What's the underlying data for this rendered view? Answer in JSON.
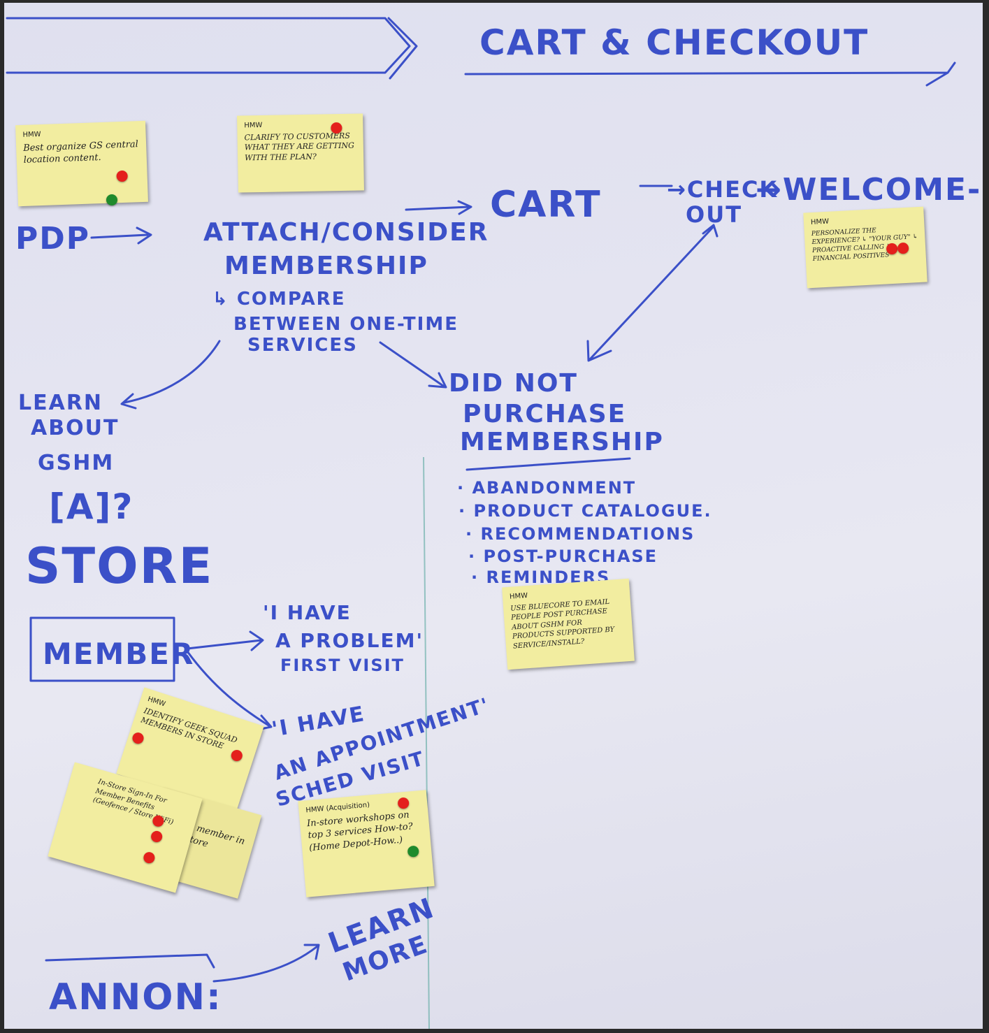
{
  "board": {
    "header_title": "CART & CHECKOUT",
    "flow": {
      "pdp": "PDP",
      "attach_line1": "ATTACH/CONSIDER",
      "attach_line2": "MEMBERSHIP",
      "compare_line1": "↳ COMPARE",
      "compare_line2": "BETWEEN ONE-TIME",
      "compare_line3": "SERVICES",
      "cart": "CART",
      "checkout_line1": "→CHECK",
      "checkout_line2": "OUT",
      "welcome": "→WELCOME-",
      "learn_line1": "LEARN",
      "learn_line2": "ABOUT",
      "learn_line3": "GSHM",
      "learn_line4": "[A]?",
      "did_not_line1": "DID NOT",
      "did_not_line2": "PURCHASE",
      "did_not_line3": "MEMBERSHIP",
      "bullets": [
        "· ABANDONMENT",
        "· PRODUCT CATALOGUE.",
        "· RECOMMENDATIONS",
        "· POST-PURCHASE",
        "· REMINDERS"
      ]
    },
    "store": {
      "title": "STORE",
      "member_box": "MEMBER",
      "problem_line1": "'I HAVE",
      "problem_line2": "A PROBLEM'",
      "problem_line3": "FIRST VISIT",
      "appt_line1": "'I HAVE",
      "appt_line2": "AN APPOINTMENT'",
      "appt_line3": "SCHED VISIT",
      "anon": "ANNON:",
      "learn_more_line1": "LEARN",
      "learn_more_line2": "MORE"
    },
    "notes": [
      {
        "tag": "HMW",
        "text": "Best organize GS central location content."
      },
      {
        "tag": "HMW",
        "text": "CLARIFY TO CUSTOMERS WHAT THEY ARE GETTING WITH THE PLAN?"
      },
      {
        "tag": "HMW",
        "text": "PERSONALIZE THE EXPERIENCE? ↳ \"YOUR GUY\" ↳ PROACTIVE CALLING ↳ FINANCIAL POSITIVES"
      },
      {
        "tag": "HMW",
        "text": "USE BLUECORE TO EMAIL PEOPLE POST PURCHASE ABOUT GSHM FOR PRODUCTS SUPPORTED BY SERVICE/INSTALL?"
      },
      {
        "tag": "HMW",
        "text": "IDENTIFY GEEK SQUAD MEMBERS IN STORE"
      },
      {
        "tag": "",
        "text": "In-Store Sign-In For Member Benefits (Geofence / Store WiFi)"
      },
      {
        "tag": "",
        "text": "a member in store"
      },
      {
        "tag": "HMW (Acquisition)",
        "text": "In-store workshops on top 3 services How-to? (Home Depot-How..)"
      }
    ],
    "dot_colors": {
      "red": "#e4201c",
      "green": "#1f8a2c",
      "ink": "#3b50c8",
      "note": "#f2eda0"
    }
  }
}
